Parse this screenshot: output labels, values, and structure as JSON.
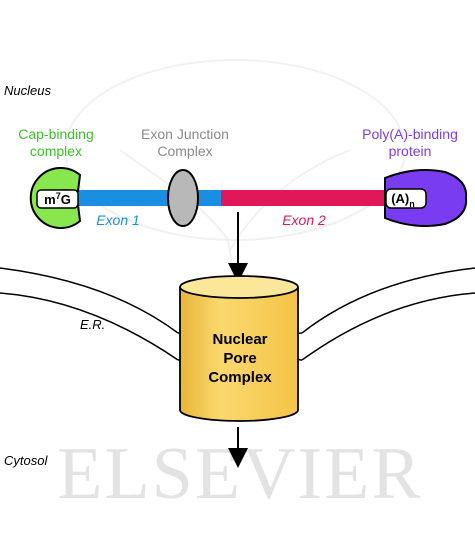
{
  "watermark": {
    "text": "ELSEVIER"
  },
  "labels": {
    "nucleus": "Nucleus",
    "cytosol": "Cytosol",
    "er": "E.R.",
    "cap_binding_line1": "Cap-binding",
    "cap_binding_line2": "complex",
    "ejc_line1": "Exon Junction",
    "ejc_line2": "Complex",
    "pabp_line1": "Poly(A)-binding",
    "pabp_line2": "protein",
    "cap_base": "m",
    "cap_sup": "7",
    "cap_tail": "G",
    "polya_base": "(A)",
    "polya_sub": "n",
    "exon1": "Exon 1",
    "exon2": "Exon 2",
    "npc_line1": "Nuclear",
    "npc_line2": "Pore",
    "npc_line3": "Complex"
  },
  "colors": {
    "cap_binding": "#88e64e",
    "cap_binding_text": "#3cc228",
    "ejc_fill": "#b8b8b8",
    "ejc_text": "#8a8a8a",
    "pabp_fill": "#7a3cf0",
    "pabp_text": "#7a3cf0",
    "exon1": "#1a8ee0",
    "exon2": "#e0185a",
    "npc_fill": "#f9cf55",
    "npc_top": "#fae79a",
    "watermark": "#e3e3e3"
  }
}
